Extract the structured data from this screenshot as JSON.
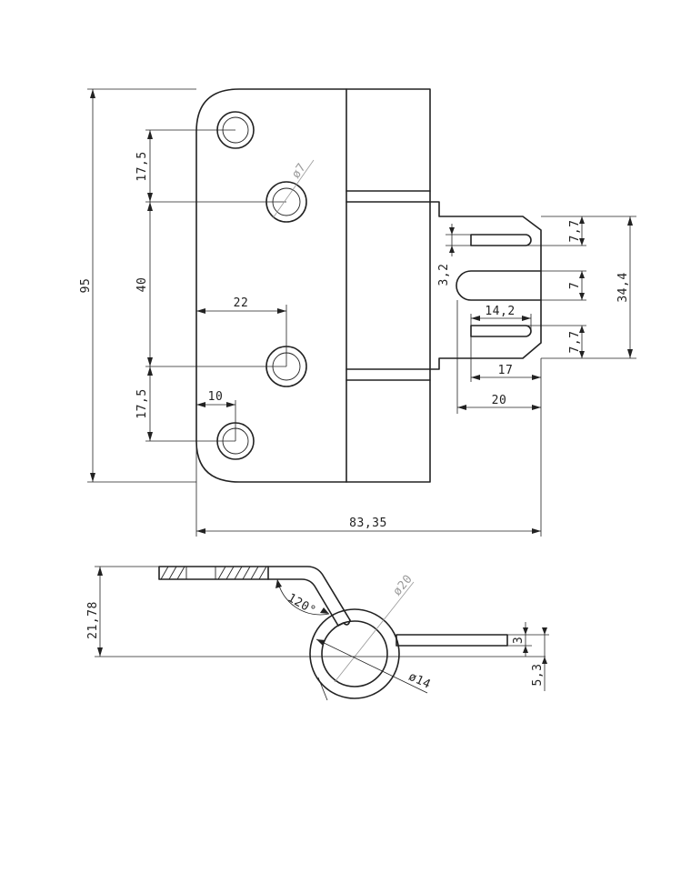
{
  "colors": {
    "line": "#222222",
    "ghost": "#9a9a9a",
    "background": "#ffffff"
  },
  "dimensions": {
    "height_total": "95",
    "spacing_top": "17,5",
    "spacing_middle": "40",
    "spacing_bottom": "17,5",
    "hole_diameter": "ø7",
    "hole_offset_x": "22",
    "hole_edge_offset": "10",
    "width_total": "83,35",
    "slot_gap": "3,2",
    "slot_spacing_top": "7,7",
    "slot_width_middle": "7",
    "slot_spacing_bottom": "7,7",
    "slot_height_total": "34,4",
    "slot_length": "14,2",
    "slot_depth": "17",
    "tab_width": "20",
    "side_height": "21,78",
    "side_angle": "120°",
    "knuckle_outer_diameter": "ø20",
    "knuckle_inner_diameter": "ø14",
    "tab_thickness": "3",
    "knuckle_offset": "5,3"
  }
}
